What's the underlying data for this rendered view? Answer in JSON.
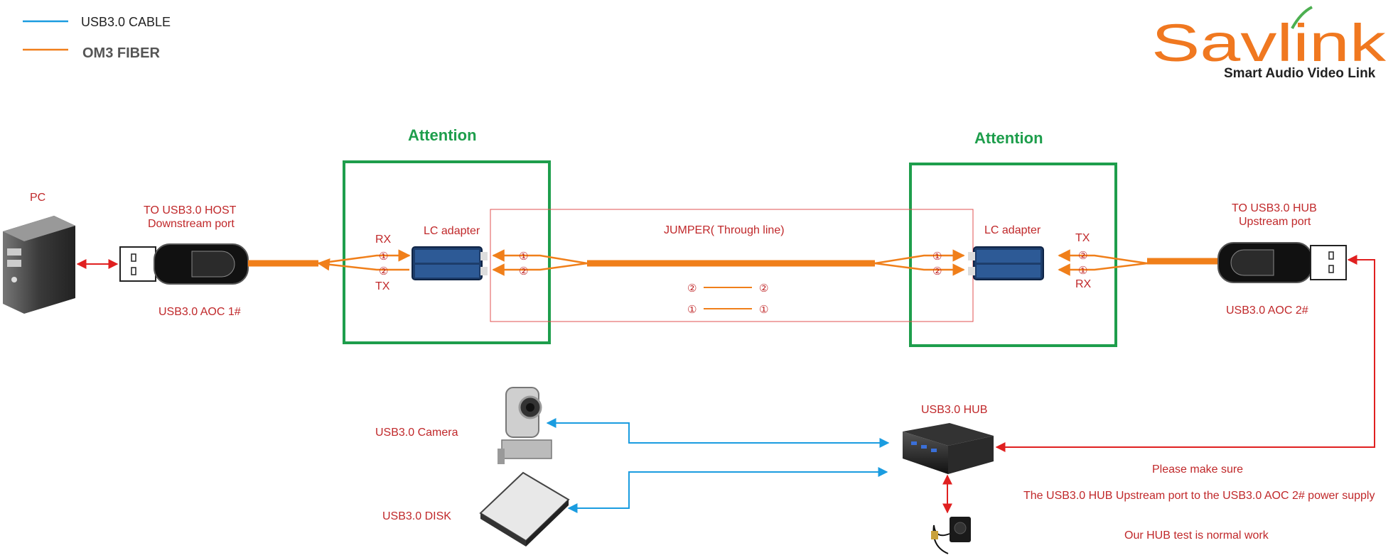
{
  "legend": {
    "items": [
      {
        "label": "USB3.0 CABLE",
        "color": "#1a9ce0"
      },
      {
        "label": "OM3 FIBER",
        "color": "#f07f1a"
      }
    ]
  },
  "logo": {
    "name": "Savlink",
    "tagline": "Smart Audio Video Link"
  },
  "attention": {
    "left": "Attention",
    "right": "Attention"
  },
  "pc": {
    "label": "PC"
  },
  "aoc1": {
    "top_line1": "TO USB3.0  HOST",
    "top_line2": "Downstream port",
    "bottom": "USB3.0 AOC 1#",
    "rx": "RX",
    "tx": "TX"
  },
  "aoc2": {
    "top_line1": "TO USB3.0 HUB",
    "top_line2": "Upstream port",
    "bottom": "USB3.0 AOC 2#",
    "tx": "TX",
    "rx": "RX"
  },
  "lc": {
    "left": "LC adapter",
    "right": "LC adapter"
  },
  "jumper": {
    "label": "JUMPER( Through line)",
    "mark1": "①",
    "mark2": "②"
  },
  "devices": {
    "camera": "USB3.0 Camera",
    "disk": "USB3.0 DISK",
    "hub": "USB3.0 HUB"
  },
  "notes": {
    "line1": "Please make sure",
    "line2": "The USB3.0 HUB Upstream port to  the  USB3.0 AOC 2#  power supply",
    "line3": "Our  HUB  test is normal work"
  },
  "colors": {
    "usb": "#1a9ce0",
    "fiber": "#f07f1a",
    "red": "#c0282a",
    "arrow_red": "#e02020",
    "attention": "#1e9e4c"
  }
}
